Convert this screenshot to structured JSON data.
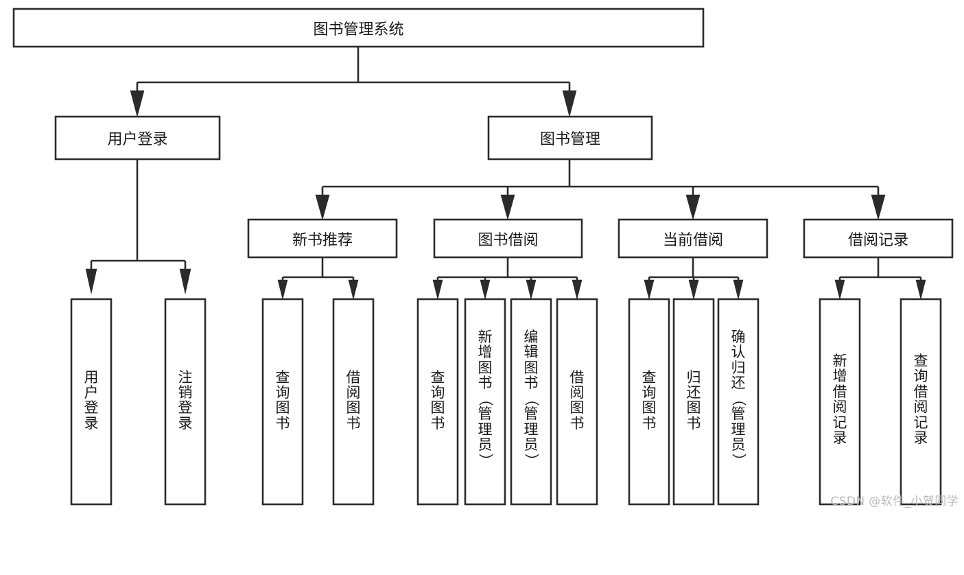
{
  "diagram": {
    "type": "tree",
    "orientation": "top-down",
    "title": "图书管理系统",
    "watermark": "CSDN @软件_小贺同学",
    "style": {
      "box_fill": "#ffffff",
      "box_stroke": "#2b2b2b",
      "text_color": "#1a1a1a",
      "background": "#ffffff",
      "watermark_color": "#b9b9b9"
    },
    "nodes": {
      "root": {
        "label": "图书管理系统",
        "level": 0,
        "orientation": "horizontal"
      },
      "level1": [
        {
          "id": "user-login",
          "label": "用户登录",
          "orientation": "horizontal"
        },
        {
          "id": "book-management",
          "label": "图书管理",
          "orientation": "horizontal"
        }
      ],
      "level2": [
        {
          "id": "new-book-recommend",
          "label": "新书推荐",
          "parent": "book-management",
          "orientation": "horizontal"
        },
        {
          "id": "book-borrow",
          "label": "图书借阅",
          "parent": "book-management",
          "orientation": "horizontal"
        },
        {
          "id": "current-borrow",
          "label": "当前借阅",
          "parent": "book-management",
          "orientation": "horizontal"
        },
        {
          "id": "borrow-record",
          "label": "借阅记录",
          "parent": "book-management",
          "orientation": "horizontal"
        }
      ],
      "leaves": [
        {
          "id": "leaf-user-login",
          "label": "用户登录",
          "parent": "user-login",
          "orientation": "vertical"
        },
        {
          "id": "leaf-user-logout",
          "label": "注销登录",
          "parent": "user-login",
          "orientation": "vertical"
        },
        {
          "id": "leaf-query-book-1",
          "label": "查询图书",
          "parent": "new-book-recommend",
          "orientation": "vertical"
        },
        {
          "id": "leaf-borrow-book-1",
          "label": "借阅图书",
          "parent": "new-book-recommend",
          "orientation": "vertical"
        },
        {
          "id": "leaf-query-book-2",
          "label": "查询图书",
          "parent": "book-borrow",
          "orientation": "vertical"
        },
        {
          "id": "leaf-add-book",
          "label": "新增图书（管理员）",
          "parent": "book-borrow",
          "orientation": "vertical"
        },
        {
          "id": "leaf-edit-book",
          "label": "编辑图书（管理员）",
          "parent": "book-borrow",
          "orientation": "vertical"
        },
        {
          "id": "leaf-borrow-book-2",
          "label": "借阅图书",
          "parent": "book-borrow",
          "orientation": "vertical"
        },
        {
          "id": "leaf-query-book-3",
          "label": "查询图书",
          "parent": "current-borrow",
          "orientation": "vertical"
        },
        {
          "id": "leaf-return-book",
          "label": "归还图书",
          "parent": "current-borrow",
          "orientation": "vertical"
        },
        {
          "id": "leaf-confirm-return",
          "label": "确认归还（管理员）",
          "parent": "current-borrow",
          "orientation": "vertical"
        },
        {
          "id": "leaf-add-record",
          "label": "新增借阅记录",
          "parent": "borrow-record",
          "orientation": "vertical"
        },
        {
          "id": "leaf-query-record",
          "label": "查询借阅记录",
          "parent": "borrow-record",
          "orientation": "vertical"
        }
      ]
    }
  }
}
